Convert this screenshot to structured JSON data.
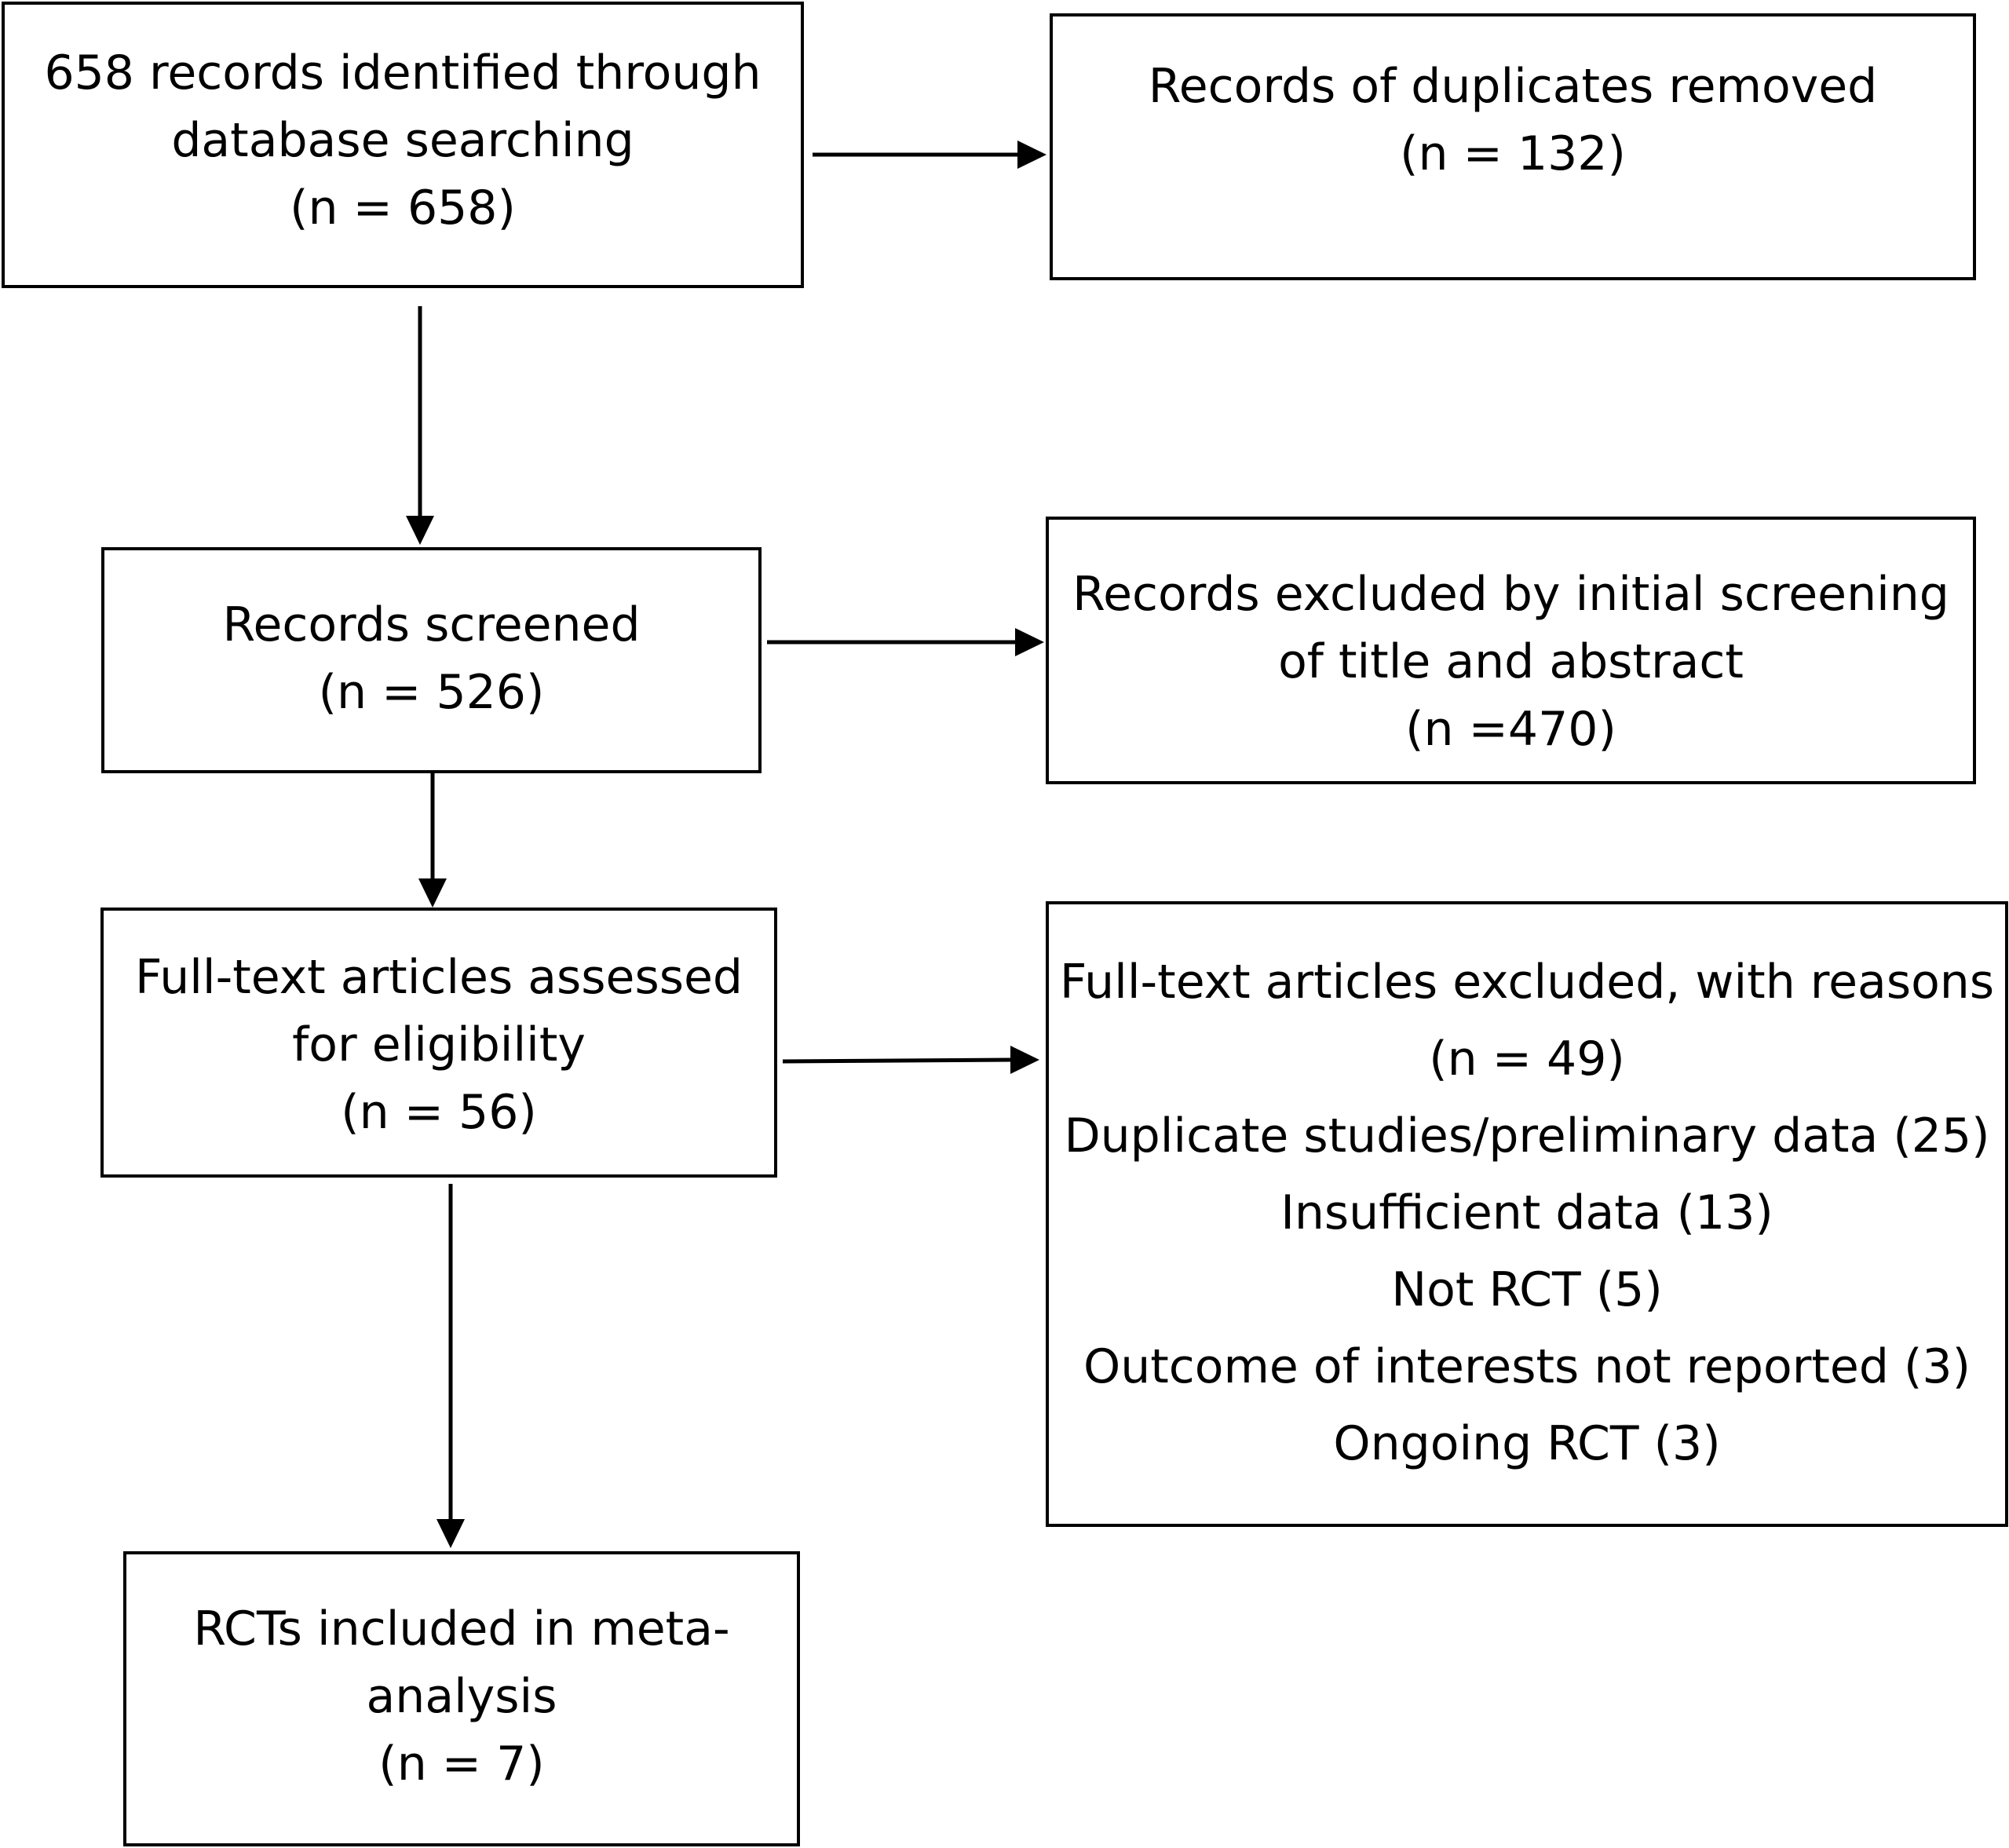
{
  "diagram": {
    "identification": {
      "lines": [
        "658 records identified through",
        "database searching",
        "(n = 658)"
      ]
    },
    "duplicates": {
      "lines": [
        "Records of duplicates removed",
        "(n = 132)"
      ]
    },
    "screened": {
      "lines": [
        "Records screened",
        "(n = 526)"
      ]
    },
    "excluded_screening": {
      "lines": [
        "Records excluded by initial screening",
        "of title and abstract",
        "(n =470)"
      ]
    },
    "eligibility": {
      "lines": [
        "Full-text articles assessed",
        "for eligibility",
        "(n = 56)"
      ]
    },
    "excluded_fulltext": {
      "lines": [
        "Full-text articles excluded, with reasons",
        "(n = 49)",
        "Duplicate studies/preliminary data (25)",
        "Insufficient data (13)",
        "Not RCT (5)",
        "Outcome of interests not reported (3)",
        "Ongoing RCT (3)"
      ]
    },
    "included": {
      "lines": [
        "RCTs included in meta-",
        "analysis",
        "(n = 7)"
      ]
    }
  }
}
